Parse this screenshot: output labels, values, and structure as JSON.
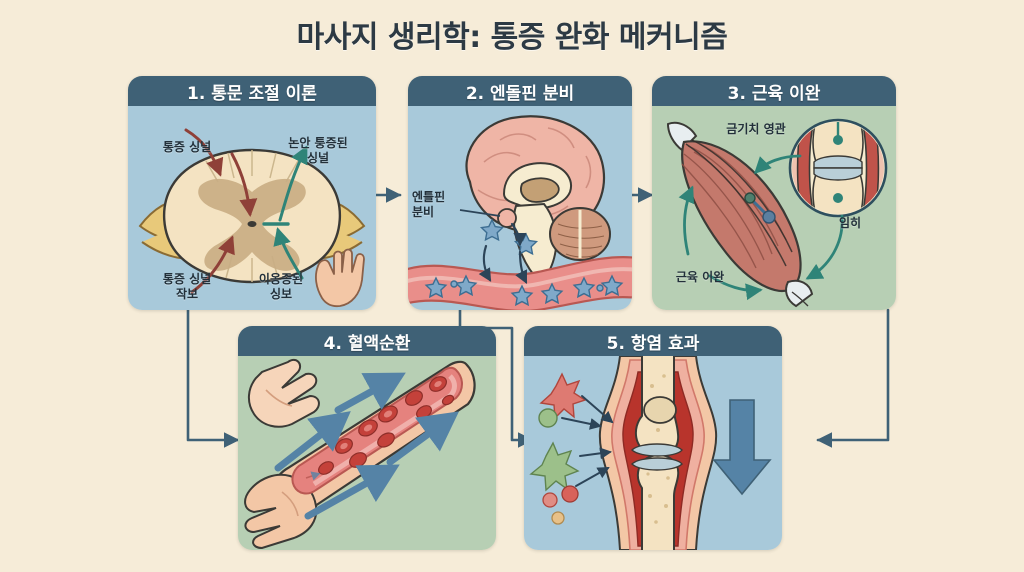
{
  "title": "마사지 생리학: 통증 완화 메커니즘",
  "theme": {
    "background": "#f6ecd8",
    "header_bg": "#3f6176",
    "header_text": "#ffffff",
    "panel_blue": "#a8c9da",
    "panel_green": "#b7cfb4",
    "connector": "#3f6176",
    "pain_arrow": "#8f4038",
    "inhibit_arrow": "#2f8478",
    "flow_arrow": "#5583a6",
    "label_text": "#22303a"
  },
  "panels": [
    {
      "id": "gate-control-theory",
      "number": "1.",
      "title": "1. 통문 조절 이론",
      "body_tint": "blue",
      "illustration": "spinal-cord-cross-section",
      "labels": [
        {
          "name": "pain-signal-in",
          "text": "통증 싱널"
        },
        {
          "name": "blocked-pain-signal",
          "text": "논안 퉁증된\n싱널"
        },
        {
          "name": "pain-signal-source",
          "text": "통증 싱널\n작보"
        },
        {
          "name": "touch-signal",
          "text": "이옹증된\n싱보"
        }
      ]
    },
    {
      "id": "endorphin-release",
      "number": "2.",
      "title": "2. 엔돌핀 분비",
      "body_tint": "blue",
      "illustration": "brain-sagittal-with-bloodstream",
      "labels": [
        {
          "name": "endorphin-secretion",
          "text": "엔틀핀\n분비"
        }
      ]
    },
    {
      "id": "muscle-relaxation",
      "number": "3.",
      "title": "3. 근육 이완",
      "body_tint": "green",
      "illustration": "muscle-belly-with-joint-inset",
      "labels": [
        {
          "name": "joint-inset-label",
          "text": "금기치 영관"
        },
        {
          "name": "inhibition-label",
          "text": "임히"
        },
        {
          "name": "muscle-relaxation-label",
          "text": "근육 이완"
        }
      ]
    },
    {
      "id": "blood-circulation",
      "number": "4.",
      "title": "4. 혈액순환",
      "body_tint": "green",
      "illustration": "forearm-vessel-with-red-blood-cells",
      "labels": []
    },
    {
      "id": "anti-inflammatory-effect",
      "number": "5.",
      "title": "5. 항염 효과",
      "body_tint": "blue",
      "illustration": "inflamed-joint-with-immune-cells",
      "labels": []
    }
  ],
  "connectors": [
    {
      "name": "arrow-panel1-to-panel2",
      "from": "gate-control-theory",
      "to": "endorphin-release"
    },
    {
      "name": "arrow-panel2-to-panel3",
      "from": "endorphin-release",
      "to": "muscle-relaxation"
    },
    {
      "name": "arrow-panel1-to-panel4",
      "from": "gate-control-theory",
      "to": "blood-circulation"
    },
    {
      "name": "arrow-panel2-to-panel4",
      "from": "endorphin-release",
      "to": "blood-circulation"
    },
    {
      "name": "arrow-panel4-to-panel5",
      "from": "blood-circulation",
      "to": "anti-inflammatory-effect"
    },
    {
      "name": "arrow-panel3-to-panel5",
      "from": "muscle-relaxation",
      "to": "anti-inflammatory-effect"
    }
  ]
}
